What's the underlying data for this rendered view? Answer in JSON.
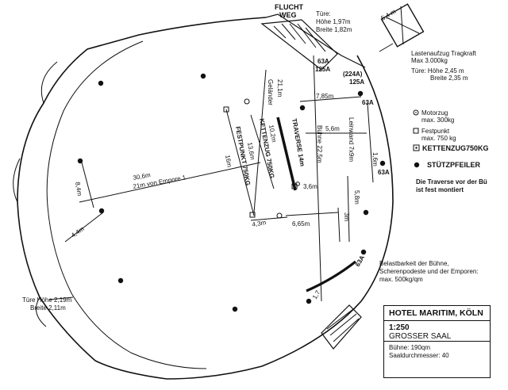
{
  "fluchtweg": [
    "FLUCHT",
    "WEG"
  ],
  "tuer_top": [
    "Türe:",
    "Höhe 1,97m",
    "Breite 1,82m"
  ],
  "lastenaufzug_size": "5,4 m",
  "lastenaufzug": [
    "Lastenaufzug Tragkraft",
    "Max 3.000kg"
  ],
  "lastenaufzug_tuer": [
    "Türe: Höhe 2,45 m",
    "Breite 2,35 m"
  ],
  "points": {
    "p63a_top": "63A",
    "p125a_top": "125A",
    "p224a": "(224A)",
    "p125a_mid": "125A",
    "p63a_mid": "63A",
    "p63a_right": "63A",
    "p63a_bottom": "63A"
  },
  "legend": {
    "motorzug": [
      "Motorzug",
      "max. 300kg"
    ],
    "festpunkt": [
      "Festpunkt",
      "max. 750 kg"
    ],
    "kettenzug": "KETTENZUG750KG",
    "stuetzpfeiler": "STÜTZPFEILER",
    "traverse_note": [
      "Die Traverse vor der Bü",
      "ist fest montiert"
    ]
  },
  "dims": {
    "d21_1": "21,1m",
    "gelander": "Geländer",
    "d7_85": "7,85m",
    "leinwand": "Leinwand 7x9m",
    "d5_6": "5,6m",
    "d1_6": "1,6m",
    "traverse": "TRAVERSE 14m",
    "d10_2": "10,2m",
    "kettenzug_v": "KETTENZUG 750KG",
    "d13_6": "13,6m",
    "festpunkt_v": "FESTPUNKT 750KG",
    "d16m": "16m",
    "d30_6": "30,6m",
    "empore": "21m von Empore 1",
    "d8_4": "8,4m",
    "d4_4": "4,4m",
    "d4_3": "4,3m",
    "d6_65": "6,65m",
    "d5_8": "5,8m",
    "d3m": "3m",
    "d3_6": "3,6m",
    "buhne": "Bühne 22,5m",
    "d1_7": "1,7"
  },
  "belastbarkeit": [
    "Belastbarkeit der Bühne,",
    "Scherenpodeste und der Emporen:",
    "max. 500kg/qm"
  ],
  "tuer_left": [
    "Türe Höhe 2,19m",
    "Breite 2,11m"
  ],
  "titlebox": {
    "title": "HOTEL MARITIM, KÖLN",
    "scale": "1:250",
    "name": "GROSSER SAAL",
    "buehne": "Bühne: 190qm",
    "durchmesser": "Saaldurchmesser: 40"
  }
}
